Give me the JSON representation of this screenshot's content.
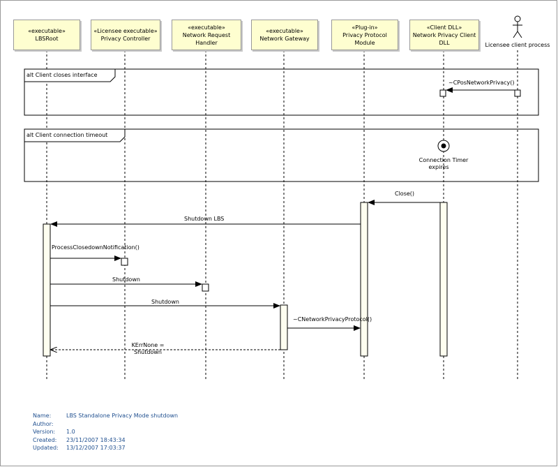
{
  "lifelines": [
    {
      "stereotype": "«executable»",
      "name": "LBSRoot"
    },
    {
      "stereotype": "«Licensee executable»",
      "name": "Privacy Controller"
    },
    {
      "stereotype": "«executable»",
      "name": "Network Request Handler"
    },
    {
      "stereotype": "«executable»",
      "name": "Network Gateway"
    },
    {
      "stereotype": "«Plug-in»",
      "name": "Privacy Protocol Module"
    },
    {
      "stereotype": "«Client DLL»",
      "name": "Network Privacy Client DLL"
    }
  ],
  "actor": {
    "name": "Licensee client process"
  },
  "fragments": [
    {
      "label": "alt Client closes interface"
    },
    {
      "label": "alt Client connection timeout"
    }
  ],
  "messages": {
    "cpos": "~CPosNetworkPrivacy()",
    "timer_line1": "Connection Timer",
    "timer_line2": "expires",
    "close": "Close()",
    "shutdown_lbs": "Shutdown LBS",
    "process_closedown": "ProcessClosedownNotification()",
    "shutdown1": "Shutdown",
    "shutdown2": "Shutdown",
    "cnetwork": "~CNetworkPrivacyProtocol()",
    "kerr_line1": "KErrNone =",
    "kerr_line2": "Shutdown"
  },
  "metadata": {
    "name_key": "Name:",
    "name": "LBS Standalone Privacy Mode shutdown",
    "author_key": "Author:",
    "author": "",
    "version_key": "Version:",
    "version": "1.0",
    "created_key": "Created:",
    "created": "23/11/2007 18:43:34",
    "updated_key": "Updated:",
    "updated": "13/12/2007 17:03:37"
  }
}
